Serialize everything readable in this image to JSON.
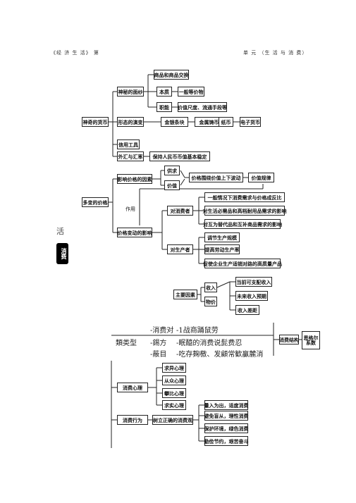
{
  "header": {
    "left": "《经 济 生 活》 第",
    "right": "单 元 （生 活 与 消 费）"
  },
  "side": {
    "mark": "活",
    "tab": "消费"
  },
  "money": {
    "root": "神奇的货币",
    "origin": "神秘的面纱",
    "exchange": "商品和商品交换",
    "essence": "本质",
    "equivalent": "一般等价物",
    "function": "职能",
    "functions_detail": "价值尺度、流通手段等",
    "forms": "形态的演变",
    "gold_silver": "金银条块",
    "metal_coin": "金属铸币",
    "paper": "纸币",
    "electronic": "电子货币",
    "credit": "信用工具",
    "forex": "外汇与汇率",
    "stability": "保持人民币币值基本稳定"
  },
  "price": {
    "root": "多变的价格",
    "factors": "影响价格的因素",
    "supply": "供求",
    "value": "价值",
    "fluctuation": "价格围绕价值上下波动",
    "value_law": "价值规律",
    "effect_label": "作用",
    "impact": "价格变动的影响",
    "on_consumers": "对消费者",
    "c1": "一般情况下消费需求与价格成反比",
    "c2": "对生活必需品和高档耐用品需求的影响",
    "c3": "对互为替代品和互补商品需求的影响",
    "on_producers": "对生产者",
    "p1": "调节生产规模",
    "p2": "提高劳动生产率",
    "p3": "促使企业生产适销对路的高质量产品"
  },
  "consumption": {
    "main_factors": "主要因素",
    "income": "收入",
    "prices": "物价",
    "i1": "当前可支配收入",
    "i2": "未来收入预期",
    "i3": "收入差距",
    "types_label": "類类型",
    "types_rows": [
      [
        "-消费对",
        "-1战商踊鼠劳"
      ],
      [
        "-錫方",
        "-眠醯的消费说髭费忍"
      ],
      [
        "-蔽目",
        "-吃存麹檄、发顧常歓贏麓消"
      ]
    ],
    "structure": "消费结构",
    "engel": "恩格尔系数",
    "mentality": "消费心理",
    "m1": "求异心理",
    "m2": "从众心理",
    "m3": "攀比心理",
    "m4": "求实心理",
    "behavior": "消费行为",
    "correct_view": "树立正确的消费观",
    "v1": "量入为出，适度消费",
    "v2": "避免盲从，理性消费",
    "v3": "保护环境，绿色消费",
    "v4": "勤俭节约，艰苦奋斗"
  }
}
